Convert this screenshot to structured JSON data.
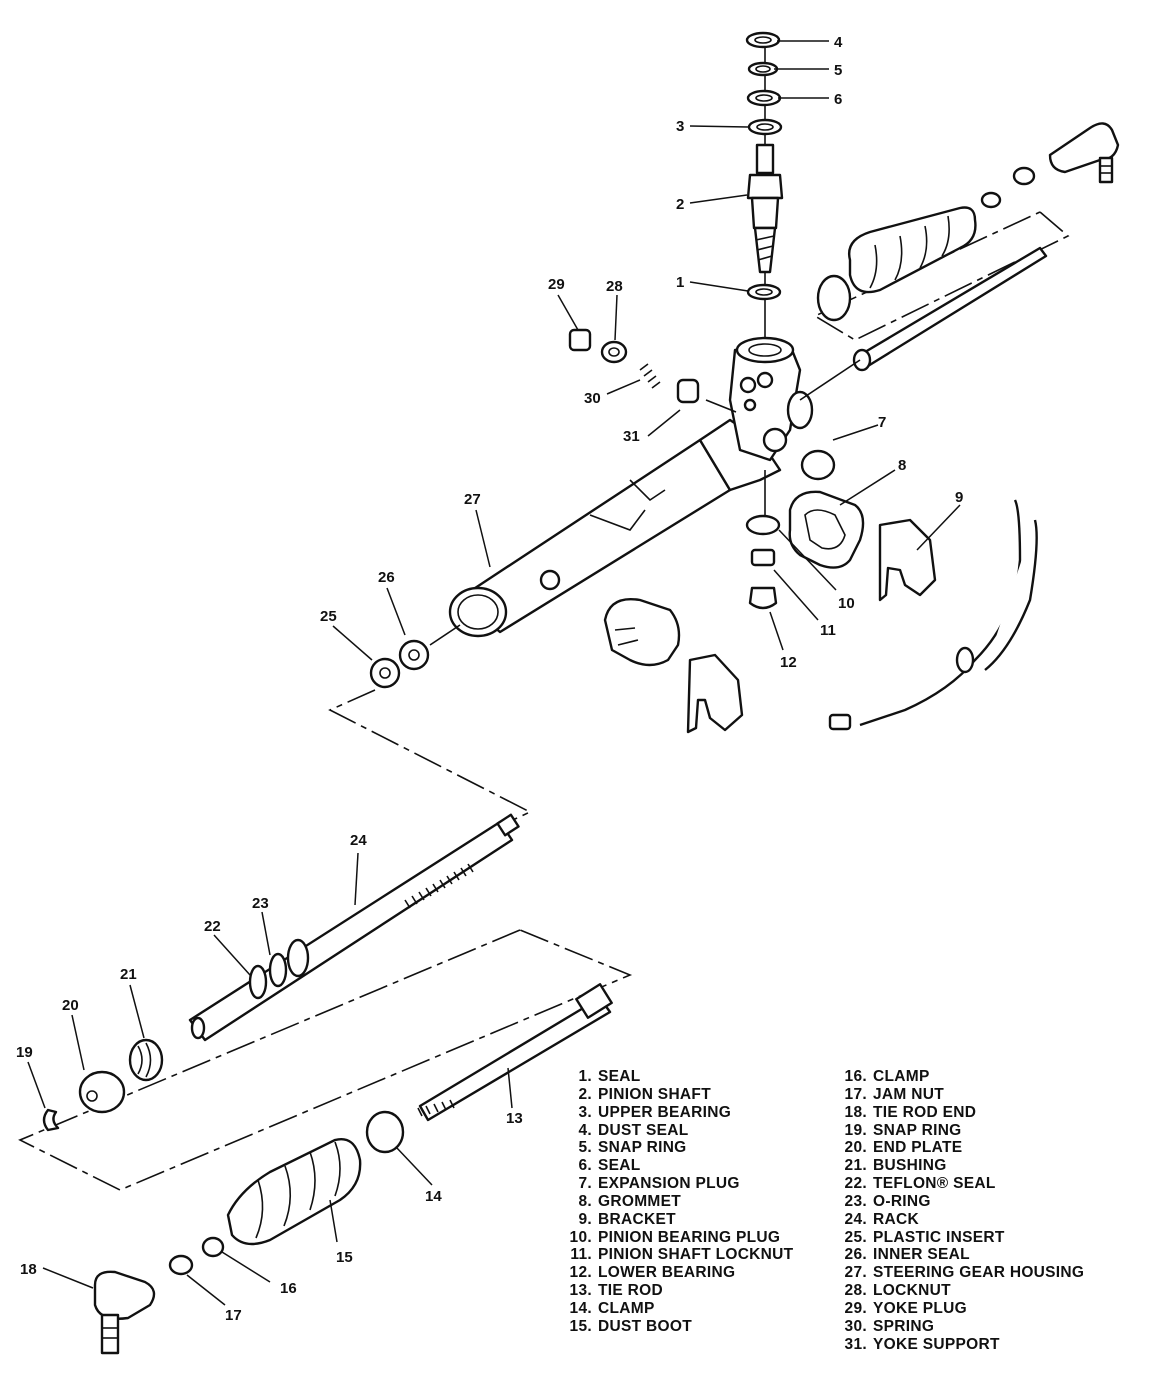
{
  "callouts": [
    "1",
    "2",
    "3",
    "4",
    "5",
    "6",
    "7",
    "8",
    "9",
    "10",
    "11",
    "12",
    "13",
    "14",
    "15",
    "16",
    "17",
    "18",
    "19",
    "20",
    "21",
    "22",
    "23",
    "24",
    "25",
    "26",
    "27",
    "28",
    "29",
    "30",
    "31"
  ],
  "legend": {
    "left": [
      {
        "num": "1.",
        "label": "SEAL"
      },
      {
        "num": "2.",
        "label": "PINION SHAFT"
      },
      {
        "num": "3.",
        "label": "UPPER BEARING"
      },
      {
        "num": "4.",
        "label": "DUST SEAL"
      },
      {
        "num": "5.",
        "label": "SNAP RING"
      },
      {
        "num": "6.",
        "label": "SEAL"
      },
      {
        "num": "7.",
        "label": "EXPANSION PLUG"
      },
      {
        "num": "8.",
        "label": "GROMMET"
      },
      {
        "num": "9.",
        "label": "BRACKET"
      },
      {
        "num": "10.",
        "label": "PINION BEARING PLUG"
      },
      {
        "num": "11.",
        "label": "PINION SHAFT LOCKNUT"
      },
      {
        "num": "12.",
        "label": "LOWER BEARING"
      },
      {
        "num": "13.",
        "label": "TIE ROD"
      },
      {
        "num": "14.",
        "label": "CLAMP"
      },
      {
        "num": "15.",
        "label": "DUST BOOT"
      }
    ],
    "right": [
      {
        "num": "16.",
        "label": "CLAMP"
      },
      {
        "num": "17.",
        "label": "JAM NUT"
      },
      {
        "num": "18.",
        "label": "TIE ROD END"
      },
      {
        "num": "19.",
        "label": "SNAP RING"
      },
      {
        "num": "20.",
        "label": "END PLATE"
      },
      {
        "num": "21.",
        "label": "BUSHING"
      },
      {
        "num": "22.",
        "label": "TEFLON® SEAL"
      },
      {
        "num": "23.",
        "label": "O-RING"
      },
      {
        "num": "24.",
        "label": "RACK"
      },
      {
        "num": "25.",
        "label": "PLASTIC INSERT"
      },
      {
        "num": "26.",
        "label": "INNER SEAL"
      },
      {
        "num": "27.",
        "label": "STEERING GEAR HOUSING"
      },
      {
        "num": "28.",
        "label": "LOCKNUT"
      },
      {
        "num": "29.",
        "label": "YOKE PLUG"
      },
      {
        "num": "30.",
        "label": "SPRING"
      },
      {
        "num": "31.",
        "label": "YOKE SUPPORT"
      }
    ]
  }
}
